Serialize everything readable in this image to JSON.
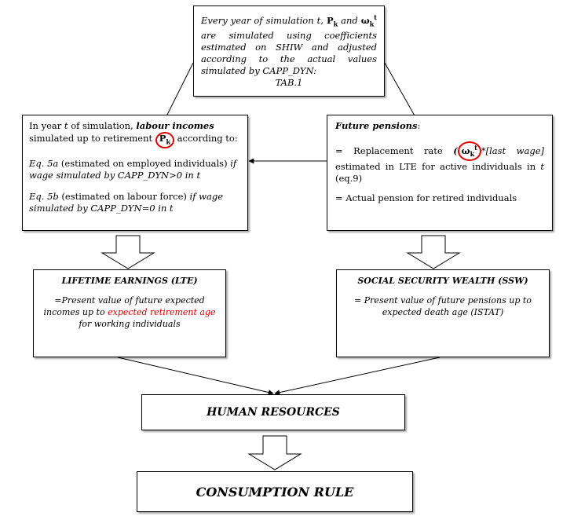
{
  "top_box": {
    "line_a": "Every year of simulation t,",
    "sym_p": "P",
    "sym_p_sub": "k",
    "and": "and",
    "sym_w": "ω",
    "sym_w_sub": "k",
    "sym_w_sup": "t",
    "line_b": "are simulated using coefficients estimated on SHIW and adjusted according to the actual values simulated by CAPP_DYN:",
    "tab": "TAB.1"
  },
  "left_box": {
    "text_1": "In year",
    "t": "t",
    "text_2": "of simulation,",
    "labour_incomes": "labour incomes",
    "text_3": "simulated up to retirement",
    "sym_p": "P",
    "sym_p_sub": "k",
    "text_4": "according to:",
    "eq5a_label": "Eq. 5a",
    "eq5a_text": "(estimated on employed individuals)",
    "eq5a_cond": "if wage simulated by CAPP_DYN>0 in t",
    "eq5b_label": "Eq. 5b",
    "eq5b_text": "(estimated on labour force)",
    "eq5b_cond": "if wage simulated by CAPP_DYN=0 in t"
  },
  "right_box": {
    "title": "Future pensions",
    "title_colon": ":",
    "rr_text": "= Replacement rate",
    "open": "(",
    "sym_w": "ω",
    "sym_w_sub": "k",
    "sym_w_sup": "t",
    "last_wage": "*[last wage]",
    "rr_rest": "estimated in LTE for active individuals in",
    "t": "t",
    "eq9": "(eq.9)",
    "actual": "= Actual pension for retired individuals"
  },
  "lte_box": {
    "title": "LIFETIME EARNINGS (LTE)",
    "text_1": "=Present value of future expected incomes up to",
    "highlight": "expected retirement age",
    "text_2": "for working individuals"
  },
  "ssw_box": {
    "title": "SOCIAL SECURITY WEALTH (SSW)",
    "text": "= Present value of future pensions up to expected death age (ISTAT)"
  },
  "hr_box": {
    "title": "HUMAN RESOURCES"
  },
  "cr_box": {
    "title": "CONSUMPTION RULE"
  },
  "colors": {
    "highlight": "#d40000",
    "ring": "#e00000",
    "line": "#000000"
  }
}
